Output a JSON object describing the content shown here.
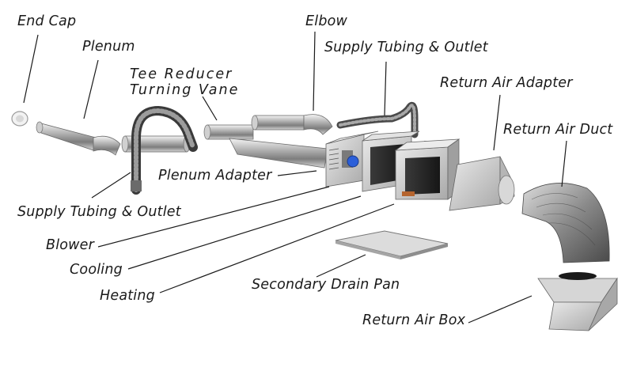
{
  "labels": {
    "end_cap": "End Cap",
    "plenum": "Plenum",
    "tee_reducer": "Tee Reducer",
    "turning_vane": "Turning Vane",
    "elbow": "Elbow",
    "supply_tubing_top": "Supply Tubing & Outlet",
    "return_air_adapter": "Return Air Adapter",
    "return_air_duct": "Return Air Duct",
    "plenum_adapter": "Plenum Adapter",
    "supply_tubing_bottom": "Supply Tubing & Outlet",
    "blower": "Blower",
    "cooling": "Cooling",
    "heating": "Heating",
    "secondary_drain_pan": "Secondary Drain Pan",
    "return_air_box": "Return Air Box"
  }
}
